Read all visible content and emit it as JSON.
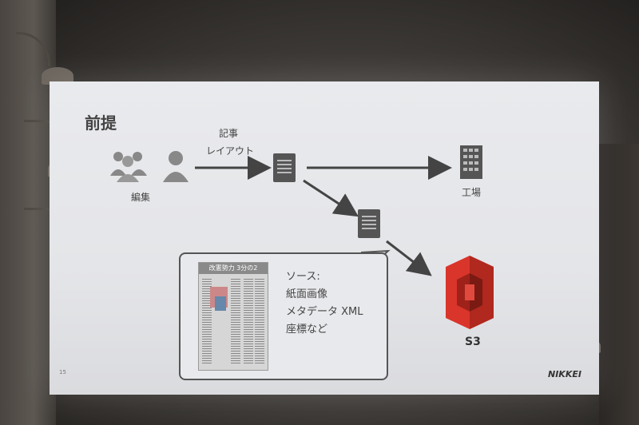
{
  "slide": {
    "title": "前提",
    "labels": {
      "edit": "編集",
      "article_top": "記事",
      "article_bottom": "レイアウト",
      "factory": "工場",
      "s3": "S3"
    },
    "source_lines": [
      "ソース:",
      "紙面画像",
      "メタデータ XML",
      "座標など"
    ],
    "newspaper_header": "改憲勢力 3分の2",
    "page_number": "15",
    "brand": "NIKKEI"
  },
  "colors": {
    "slide_bg": "#e9eaed",
    "icon_gray": "#555555",
    "s3_red": "#d9352a",
    "s3_dark": "#9e2219"
  }
}
